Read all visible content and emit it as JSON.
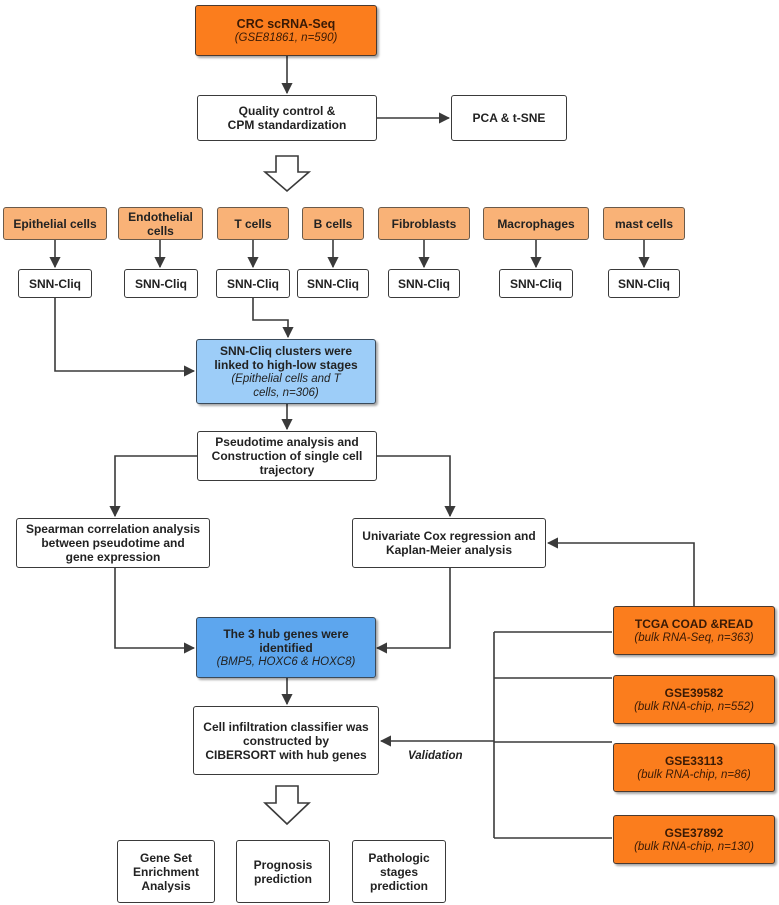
{
  "nodes": {
    "crc": {
      "title": "CRC scRNA-Seq",
      "subtitle": "(GSE81861, n=590)"
    },
    "qc": {
      "line1": "Quality control &",
      "line2": "CPM standardization"
    },
    "pca": {
      "label": "PCA & t-SNE"
    },
    "cell_types": [
      {
        "label": "Epithelial cells"
      },
      {
        "label": "Endothelial cells"
      },
      {
        "label": "T cells"
      },
      {
        "label": "B cells"
      },
      {
        "label": "Fibroblasts"
      },
      {
        "label": "Macrophages"
      },
      {
        "label": "mast cells"
      }
    ],
    "snn_label": "SNN-Cliq",
    "snn_clusters": {
      "line1": "SNN-Cliq clusters were",
      "line2": "linked to high-low stages",
      "sub1": "(Epithelial cells and T",
      "sub2": "cells, n=306)"
    },
    "pseudotime": {
      "line1": "Pseudotime analysis and",
      "line2": "Construction of single cell",
      "line3": "trajectory"
    },
    "spearman": {
      "line1": "Spearman correlation analysis",
      "line2": "between pseudotime and",
      "line3": "gene expression"
    },
    "cox": {
      "line1": "Univariate Cox regression and",
      "line2": "Kaplan-Meier analysis"
    },
    "hub": {
      "line1": "The 3 hub genes were",
      "line2": "identified",
      "sub": "(BMP5, HOXC6 & HOXC8)"
    },
    "classifier": {
      "line1": "Cell infiltration classifier was",
      "line2": "constructed by",
      "line3": "CIBERSORT with hub genes"
    },
    "validation_label": "Validation",
    "datasets": [
      {
        "title": "TCGA COAD &READ",
        "subtitle": "(bulk RNA-Seq, n=363)"
      },
      {
        "title": "GSE39582",
        "subtitle": "(bulk RNA-chip, n=552)"
      },
      {
        "title": "GSE33113",
        "subtitle": "(bulk RNA-chip, n=86)"
      },
      {
        "title": "GSE37892",
        "subtitle": "(bulk RNA-chip, n=130)"
      }
    ],
    "outcomes": [
      {
        "line1": "Gene Set",
        "line2": "Enrichment",
        "line3": "Analysis"
      },
      {
        "line1": "Prognosis",
        "line2": "prediction",
        "line3": ""
      },
      {
        "line1": "Pathologic",
        "line2": "stages",
        "line3": "prediction"
      }
    ]
  },
  "colors": {
    "orange": "#fb7d1d",
    "light_orange": "#f9b277",
    "light_blue": "#9dcdf8",
    "mid_blue": "#5da6ee",
    "line": "#3a3a3a"
  }
}
